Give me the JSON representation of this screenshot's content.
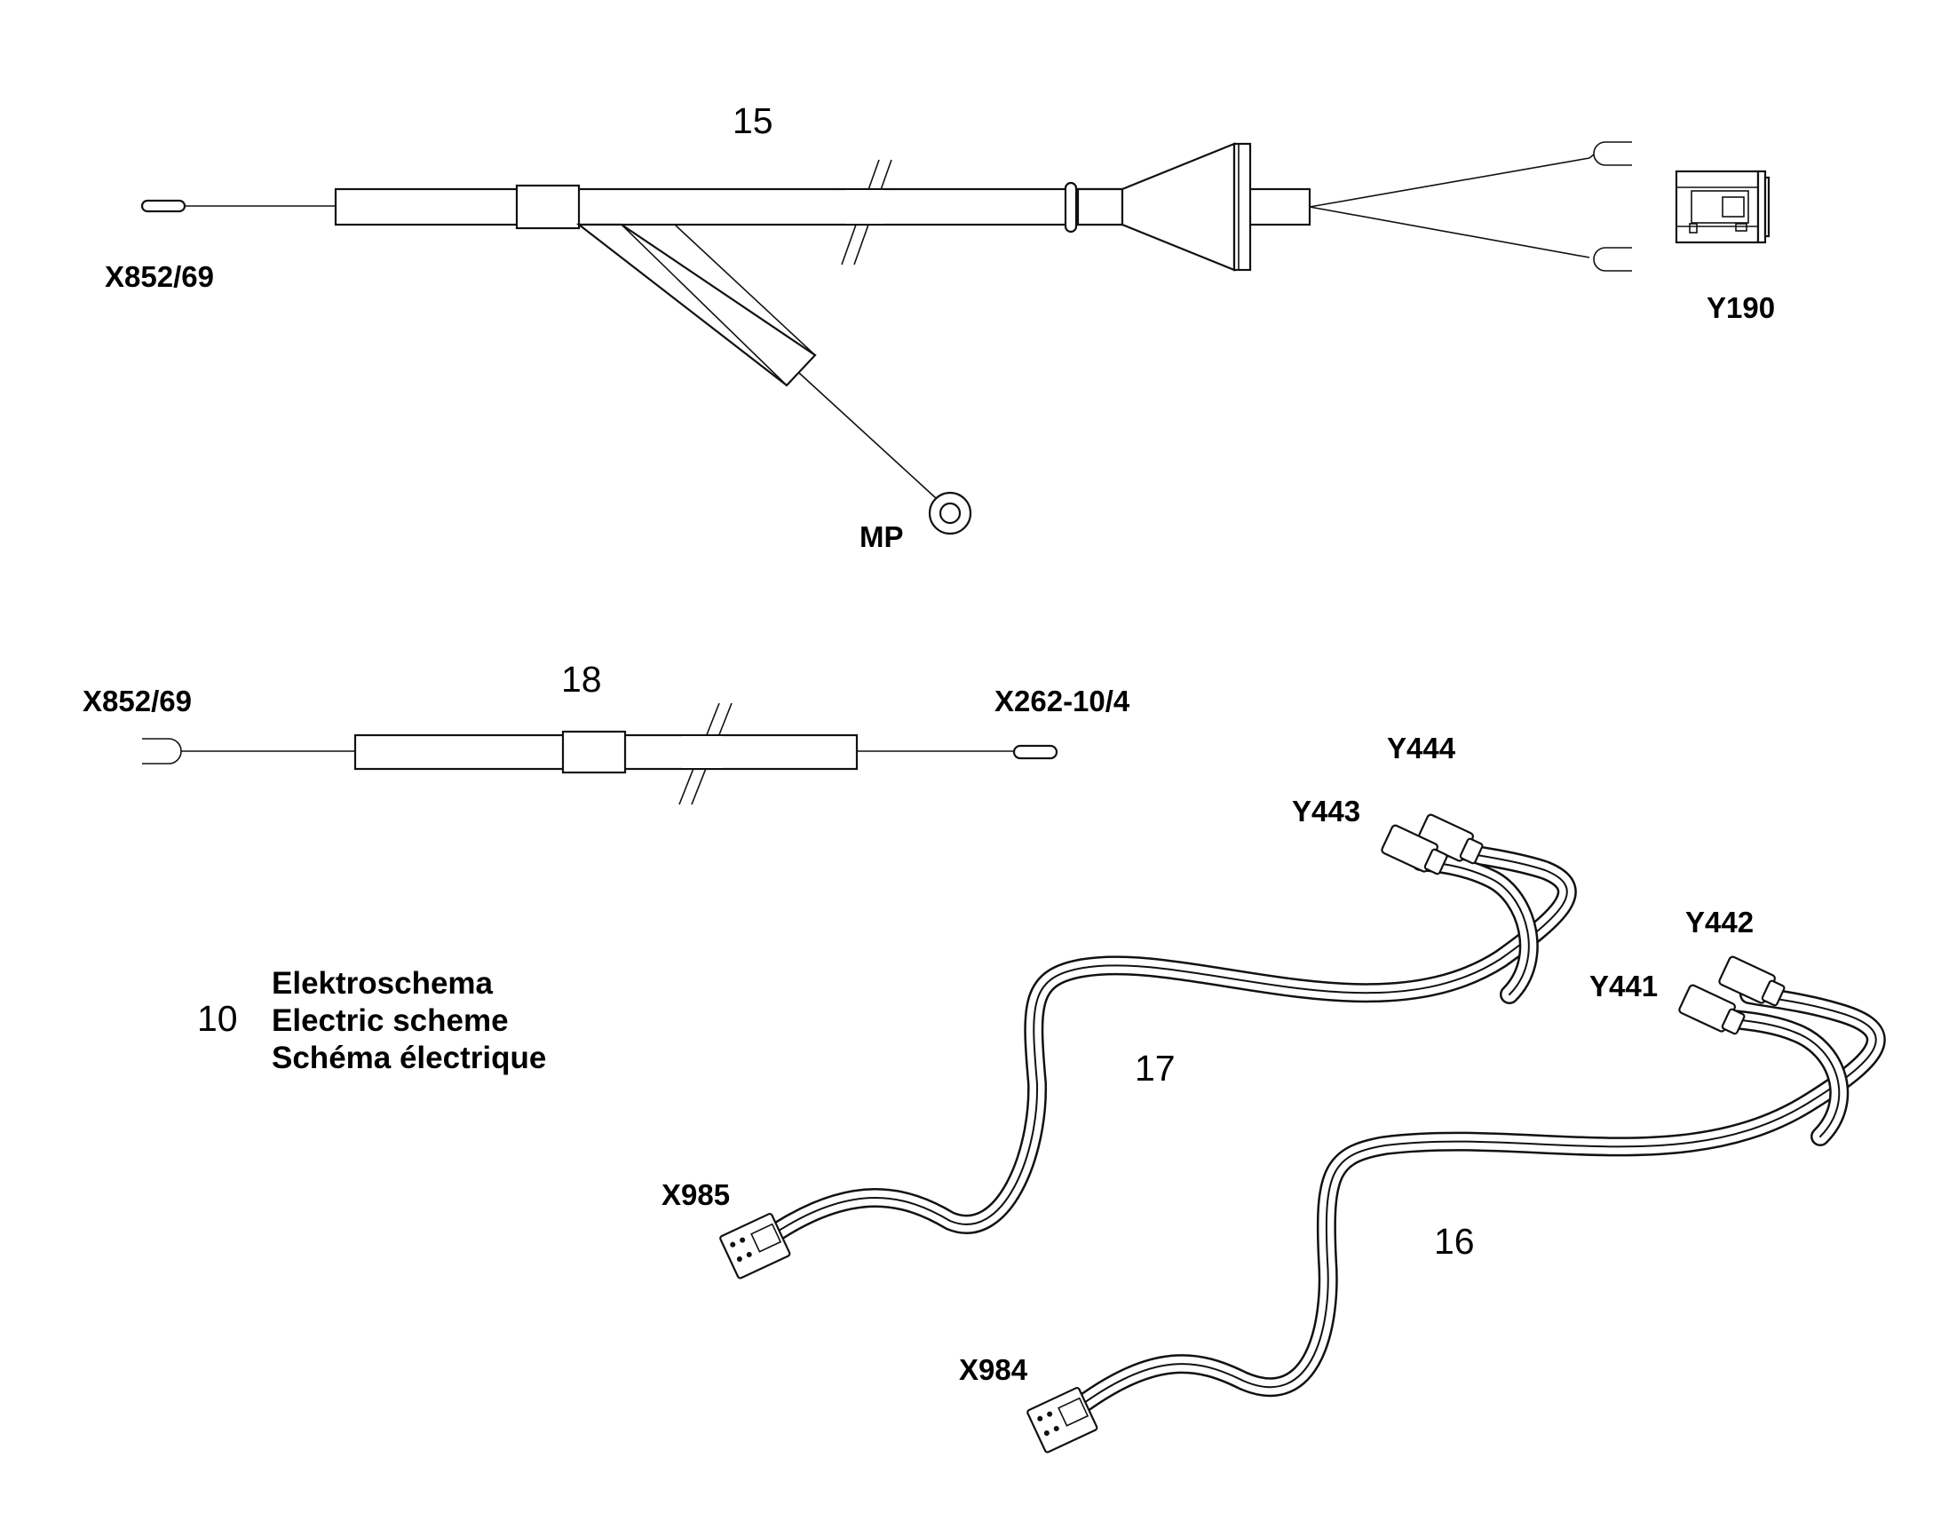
{
  "callouts": {
    "c15": "15",
    "c18": "18",
    "c17": "17",
    "c16": "16",
    "c10": "10"
  },
  "connectors": {
    "x852_69_top": "X852/69",
    "y190": "Y190",
    "mp": "MP",
    "x852_69_bottom": "X852/69",
    "x262_10_4": "X262-10/4",
    "y444": "Y444",
    "y443": "Y443",
    "y442": "Y442",
    "y441": "Y441",
    "x985": "X985",
    "x984": "X984"
  },
  "legend": {
    "line1": "Elektroschema",
    "line2": "Electric scheme",
    "line3": "Schéma électrique"
  }
}
